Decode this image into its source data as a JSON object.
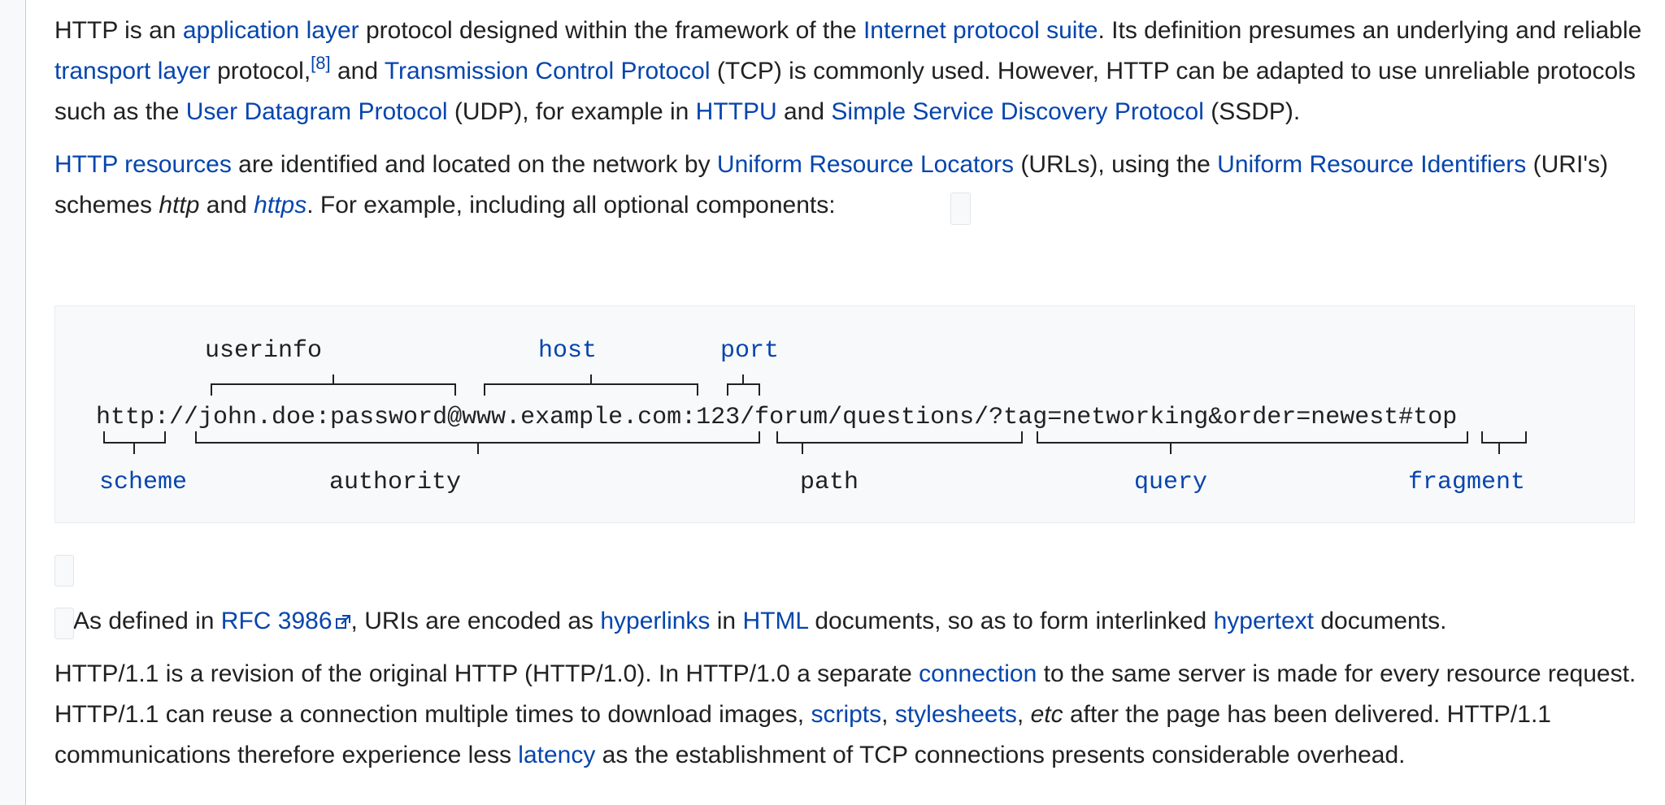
{
  "para1": {
    "t1": "HTTP is an ",
    "l1": "application layer",
    "t2": " protocol designed within the framework of the ",
    "l2": "Internet protocol suite",
    "t3": ". Its definition presumes an underlying and reliable ",
    "l3": "transport layer",
    "t4": " protocol,",
    "cite": "[8]",
    "t5": " and ",
    "l4": "Transmission Control Protocol",
    "t6": " (TCP) is commonly used. However, HTTP can be adapted to use unreliable protocols such as the ",
    "l5": "User Datagram Protocol",
    "t7": " (UDP), for example in ",
    "l6": "HTTPU",
    "t8": " and ",
    "l7": "Simple Service Discovery Protocol",
    "t9": " (SSDP)."
  },
  "para2": {
    "l1": "HTTP resources",
    "t1": " are identified and located on the network by ",
    "l2": "Uniform Resource Locators",
    "t2": " (URLs), using the ",
    "l3": "Uniform Resource Identifiers",
    "t3": " (URI's) schemes ",
    "e1": "http",
    "t4": " and ",
    "e2": "https",
    "t5": ". For example, including all optional components:"
  },
  "diagram": {
    "url": "http://john.doe:password@www.example.com:123/forum/questions/?tag=networking&order=newest#top",
    "labels": {
      "userinfo": "userinfo",
      "host": "host",
      "port": "port",
      "scheme": "scheme",
      "authority": "authority",
      "path": "path",
      "query": "query",
      "fragment": "fragment"
    }
  },
  "para3": {
    "t1": "As defined in ",
    "l1": "RFC 3986",
    "t2": ", URIs are encoded as ",
    "l2": "hyperlinks",
    "t3": " in ",
    "l3": "HTML",
    "t4": " documents, so as to form interlinked ",
    "l4": "hypertext",
    "t5": " documents."
  },
  "para4": {
    "t1": "HTTP/1.1 is a revision of the original HTTP (HTTP/1.0). In HTTP/1.0 a separate ",
    "l1": "connection",
    "t2": " to the same server is made for every resource request. HTTP/1.1 can reuse a connection multiple times to download images, ",
    "l2": "scripts",
    "t3": ", ",
    "l3": "stylesheets",
    "t4": ", ",
    "e1": "etc",
    "t5": " after the page has been delivered. HTTP/1.1 communications therefore experience less ",
    "l4": "latency",
    "t6": " as the establishment of TCP connections presents considerable overhead."
  },
  "colors": {
    "link": "#0645ad",
    "text": "#202122",
    "box_background": "#f8f9fa"
  }
}
